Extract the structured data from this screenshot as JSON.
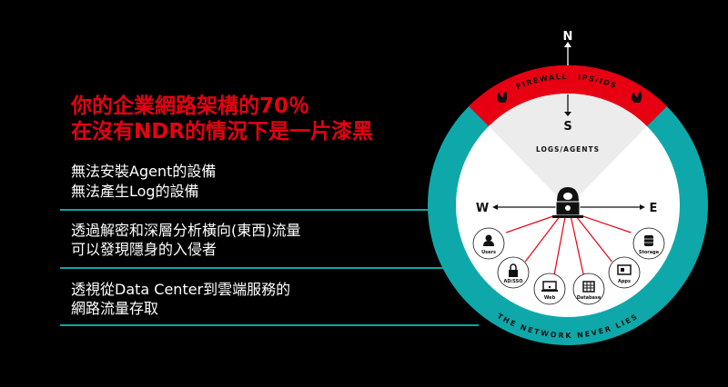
{
  "headline": {
    "line1": "你的企業網路架構的70％",
    "line2": "在沒有NDR的情況下是一片漆黑"
  },
  "points": [
    {
      "line1": "無法安裝Agent的設備",
      "line2": "無法產生Log的設備"
    },
    {
      "line1": "透過解密和深層分析橫向(東西)流量",
      "line2": "可以發現隱身的入侵者"
    },
    {
      "line1": "透視從Data Center到雲端服務的",
      "line2": "網路流量存取"
    }
  ],
  "diagram": {
    "north": "N",
    "south": "S",
    "west": "W",
    "east": "E",
    "firewall": "FIREWALL",
    "ips": "IPS/IDS",
    "logs": "LOGS/AGENTS",
    "tagline": "THE NETWORK NEVER LIES",
    "nodes": [
      {
        "label": "Users",
        "icon": "user-icon"
      },
      {
        "label": "AD/SSO",
        "icon": "lock-icon"
      },
      {
        "label": "Web",
        "icon": "laptop-wifi-icon"
      },
      {
        "label": "Database",
        "icon": "table-icon"
      },
      {
        "label": "Apps",
        "icon": "app-window-icon"
      },
      {
        "label": "Storage",
        "icon": "database-icon"
      }
    ],
    "colors": {
      "red": "#e60012",
      "teal": "#0fa8aa",
      "gray": "#ececec"
    }
  }
}
